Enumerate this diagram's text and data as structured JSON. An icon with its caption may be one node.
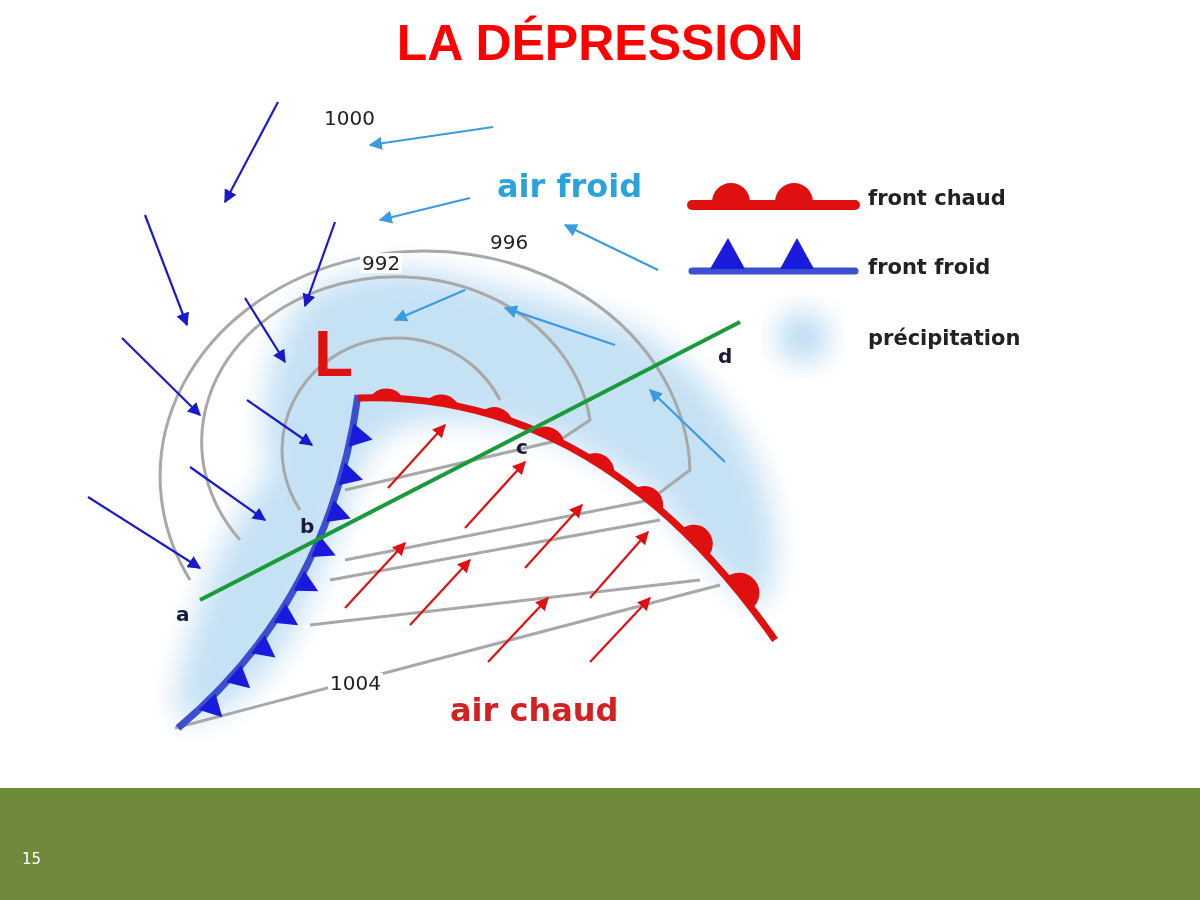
{
  "diagram": {
    "title": "LA DÉPRESSION",
    "labels": [
      "1000",
      "air froid",
      "996",
      "992",
      "L",
      "d",
      "c",
      "b",
      "a",
      "1004",
      "air chaud",
      "15"
    ],
    "legend": [
      {
        "text": "front chaud"
      },
      {
        "text": "front froid"
      },
      {
        "text": "précipitation"
      }
    ]
  }
}
